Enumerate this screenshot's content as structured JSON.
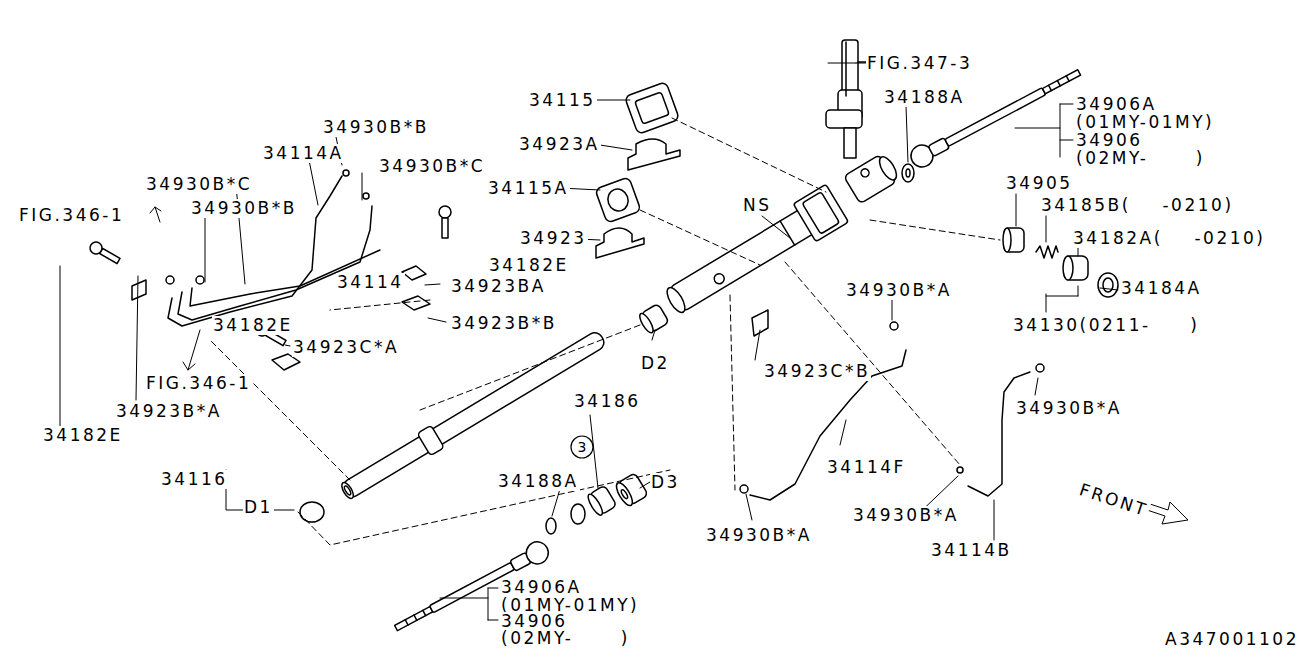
{
  "diagram": {
    "nodes": [
      {
        "text": [
          "3"
        ]
      }
    ],
    "labels": [
      "FIG.347-3",
      "34188A",
      "34906A",
      "(01MY-01MY)",
      "34906",
      "(02MY-      )",
      "34115",
      "34923A",
      "34930B*B",
      "34114A",
      "34930B*C",
      "34930B*C",
      "34930B*B",
      "FIG.346-1",
      "34115A",
      "NS",
      "34905",
      "34185B(    -0210)",
      "34182A(    -0210)",
      "34923",
      "34182E",
      "34114",
      "34923BA",
      "34184A",
      "34930B*A",
      "34923B*B",
      "34182E",
      "34923C*A",
      "34130(0211-     )",
      "D2",
      "34923C*B",
      "FIG.346-1",
      "34923B*A",
      "34182E",
      "34930B*A",
      "34186",
      "34116",
      "34188A",
      "D3",
      "34114F",
      "D1",
      "34930B*A",
      "34930B*A",
      "34114B",
      "FRONT",
      "34906A",
      "(01MY-01MY)",
      "34906",
      "(02MY-      )",
      "A347001102"
    ]
  }
}
